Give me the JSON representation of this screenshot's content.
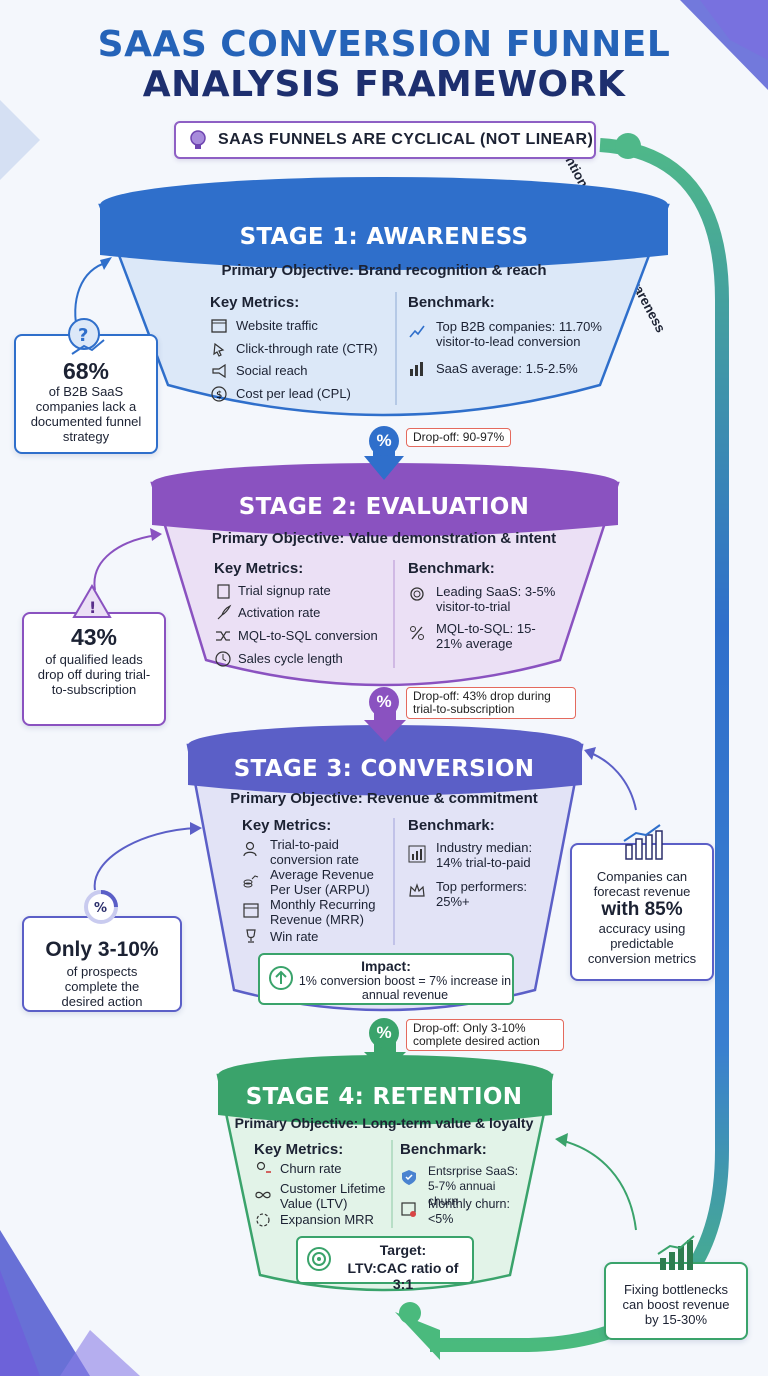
{
  "title": {
    "line1": "SAAS CONVERSION FUNNEL",
    "line2": "ANALYSIS FRAMEWORK"
  },
  "callout": {
    "text": "SAAS FUNNELS ARE CYCLICAL (NOT LINEAR)",
    "icon": "lightbulb-icon"
  },
  "cycle_label": "Retention feeds back to Awareness",
  "colors": {
    "stage1": "#2f6fcb",
    "stage2": "#8a52c0",
    "stage3": "#5b5fc7",
    "stage4": "#3aa36b",
    "drop_border": "#e46a5e"
  },
  "stages": [
    {
      "title": "STAGE 1: AWARENESS",
      "objective": "Primary Objective: Brand recognition & reach",
      "metrics_label": "Key Metrics:",
      "metrics": [
        "Website traffic",
        "Click-through rate (CTR)",
        "Social reach",
        "Cost per lead (CPL)"
      ],
      "benchmark_label": "Benchmark:",
      "benchmarks": [
        "Top B2B companies: 11.70% visitor-to-lead conversion",
        "SaaS average: 1.5-2.5%"
      ]
    },
    {
      "title": "STAGE 2: EVALUATION",
      "objective": "Primary Objective: Value demonstration & intent",
      "metrics_label": "Key Metrics:",
      "metrics": [
        "Trial signup rate",
        "Activation rate",
        "MQL-to-SQL conversion",
        "Sales cycle length"
      ],
      "benchmark_label": "Benchmark:",
      "benchmarks": [
        "Leading SaaS: 3-5% visitor-to-trial",
        "MQL-to-SQL: 15-21% average"
      ]
    },
    {
      "title": "STAGE 3: CONVERSION",
      "objective": "Primary Objective: Revenue & commitment",
      "metrics_label": "Key Metrics:",
      "metrics": [
        "Trial-to-paid conversion rate",
        "Average Revenue Per User (ARPU)",
        "Monthly Recurring Revenue (MRR)",
        "Win rate"
      ],
      "benchmark_label": "Benchmark:",
      "benchmarks": [
        "Industry median: 14% trial-to-paid",
        "Top performers: 25%+"
      ],
      "impact_title": "Impact:",
      "impact_text": "1% conversion boost = 7% increase in annual revenue"
    },
    {
      "title": "STAGE 4: RETENTION",
      "objective": "Primary Objective: Long-term value & loyalty",
      "metrics_label": "Key Metrics:",
      "metrics": [
        "Churn rate",
        "Customer Lifetime Value (LTV)",
        "Expansion MRR"
      ],
      "benchmark_label": "Benchmark:",
      "benchmarks": [
        "Entsrprise SaaS: 5-7% annuai churn",
        "Monthly churn: <5%"
      ],
      "target_title": "Target:",
      "target_text": "LTV:CAC ratio of 3:1"
    }
  ],
  "dropoffs": [
    "Drop-off: 90-97%",
    "Drop-off: 43% drop during trial-to-subscription",
    "Drop-off: Only 3-10% complete desired action"
  ],
  "pct_symbol": "%",
  "side_cards": [
    {
      "big": "68%",
      "small": "of B2B SaaS companies lack a documented funnel strategy"
    },
    {
      "big": "43%",
      "small": "of qualified leads drop off during trial-to-subscription"
    },
    {
      "big": "Only 3-10%",
      "small": "of prospects complete the desired action"
    },
    {
      "pre": "Companies can forecast revenue",
      "big": "with 85%",
      "small": "accuracy using predictable conversion metrics"
    },
    {
      "small": "Fixing bottlenecks can boost revenue by 15-30%"
    }
  ]
}
